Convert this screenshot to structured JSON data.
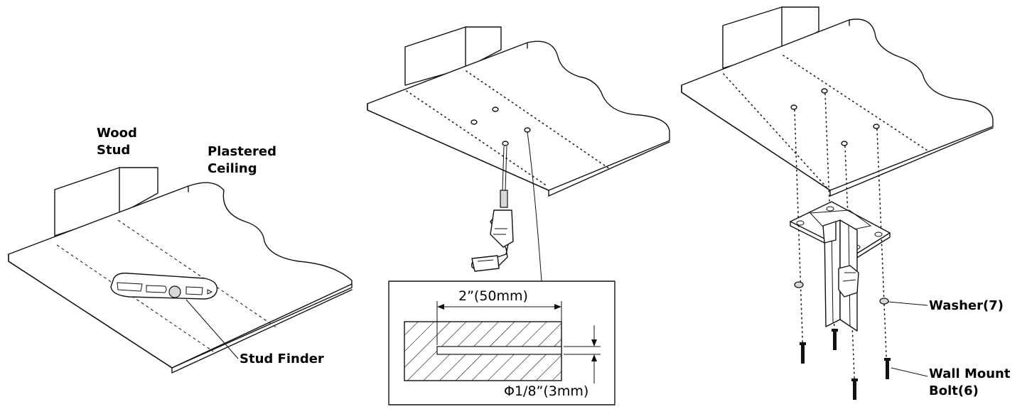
{
  "panel1": {
    "wood_stud_label": "Wood\nStud",
    "plastered_ceiling_label": "Plastered\nCeiling",
    "stud_finder_label": "Stud Finder"
  },
  "panel2": {
    "hole_depth_label": "2”(50mm)",
    "hole_diameter_label": "Φ1/8”(3mm)"
  },
  "panel3": {
    "washer_label": "Washer(7)",
    "bolt_label": "Wall Mount\nBolt(6)"
  }
}
